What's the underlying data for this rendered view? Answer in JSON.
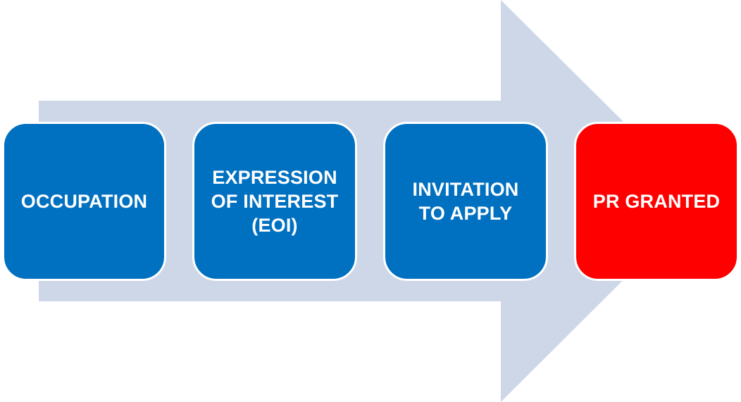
{
  "colors": {
    "arrow": "#cdd7e8",
    "step_blue": "#0070c0",
    "step_red": "#ff0000",
    "step_border": "#ffffff",
    "text": "#ffffff"
  },
  "steps": [
    {
      "label": "OCCUPATION",
      "color": "#0070c0"
    },
    {
      "label": "EXPRESSION\nOF INTEREST\n(EOI)",
      "color": "#0070c0"
    },
    {
      "label": "INVITATION\nTO APPLY",
      "color": "#0070c0"
    },
    {
      "label": "PR GRANTED",
      "color": "#ff0000"
    }
  ]
}
